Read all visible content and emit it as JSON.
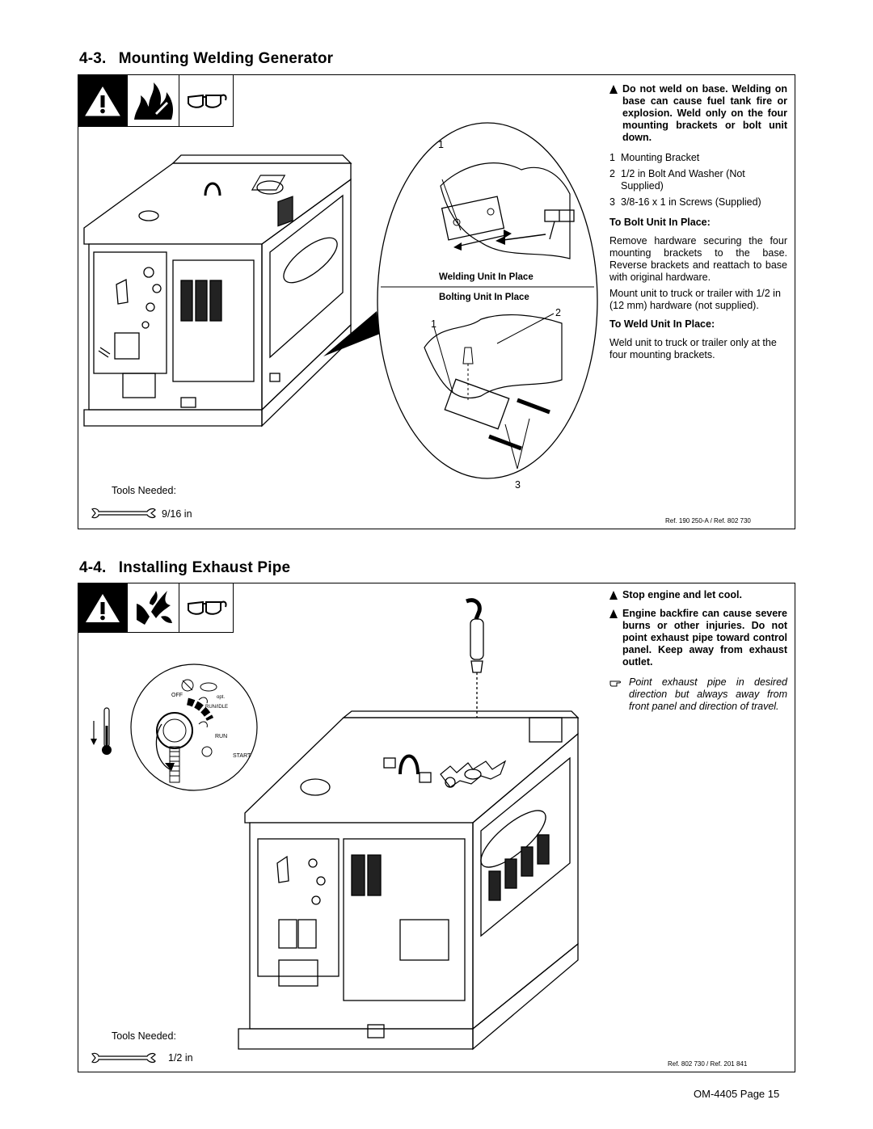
{
  "section1": {
    "title": "4-3.  Mounting Welding Generator",
    "warning": "Do not weld on base. Welding on base can cause fuel tank fire or explosion. Weld only on the four mounting brackets or bolt unit down.",
    "items": [
      {
        "num": "1",
        "text": "Mounting Bracket"
      },
      {
        "num": "2",
        "text": "1/2 in Bolt And Washer (Not Supplied)"
      },
      {
        "num": "3",
        "text": "3/8-16 x 1 in Screws (Supplied)"
      }
    ],
    "bolt_heading": "To Bolt Unit In Place:",
    "bolt_text_1": "Remove hardware securing the four mounting brackets to the base. Reverse brackets and reattach to base with original hardware.",
    "bolt_text_2": "Mount unit to truck or trailer with 1/2 in (12 mm) hardware (not supplied).",
    "weld_heading": "To Weld Unit In Place:",
    "weld_text": "Weld unit to truck or trailer only at the four mounting brackets.",
    "caption_weld": "Welding Unit In Place",
    "caption_bolt": "Bolting Unit In Place",
    "callouts": [
      "1",
      "2",
      "1",
      "3"
    ],
    "tools_label": "Tools Needed:",
    "tool_size": "9/16 in",
    "ref": "Ref. 190 250-A / Ref. 802 730"
  },
  "section2": {
    "title": "4-4.  Installing Exhaust Pipe",
    "warning_1": "Stop engine and let cool.",
    "warning_2": "Engine backfire can cause severe burns or other injuries. Do not point exhaust pipe toward control panel. Keep away from exhaust outlet.",
    "note": "Point exhaust pipe in desired direction but always away from front panel and direction of travel.",
    "switch_labels": {
      "off": "OFF",
      "opt": "opt.",
      "run_idle": "RUN/IDLE",
      "run": "RUN",
      "start": "START"
    },
    "tools_label": "Tools Needed:",
    "tool_size": "1/2 in",
    "ref": "Ref. 802 730 / Ref. 201 841"
  },
  "footer": "OM-4405 Page 15"
}
